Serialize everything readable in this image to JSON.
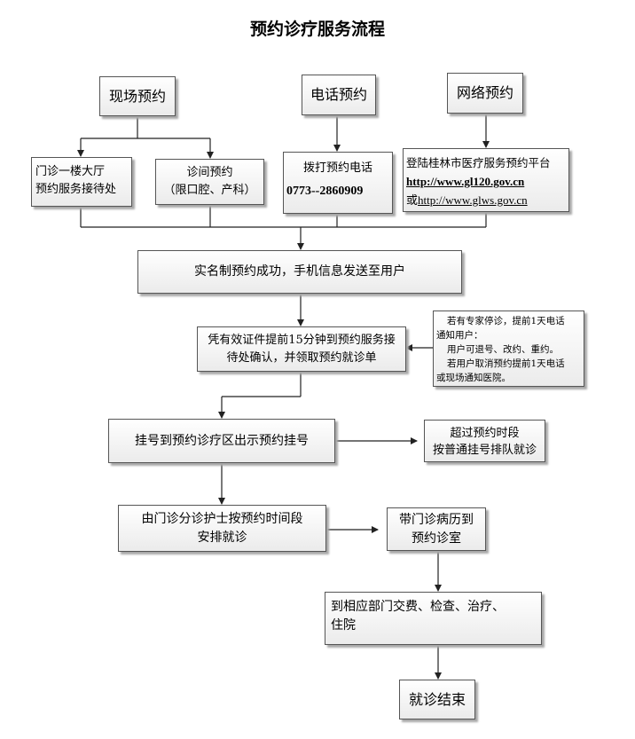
{
  "title": "预约诊疗服务流程",
  "boxes": {
    "onsite": "现场预约",
    "phone": "电话预约",
    "online": "网络预约",
    "hall_1": "门诊一楼大厅",
    "hall_2": "预约服务接待处",
    "clinic_1": "诊间预约",
    "clinic_2": "（限口腔、产科）",
    "dial_1": "拨打预约电话",
    "dial_2": "0773--2860909",
    "web_1": "登陆桂林市医疗服务预约平台",
    "web_2": "http://www.gl120.gov.cn",
    "web_3_prefix": "或",
    "web_3": "http://www.glws.gov.cn",
    "success": "实名制预约成功，手机信息发送至用户",
    "notice_1": "若有专家停诊，提前1天电话",
    "notice_2": "通知用户：",
    "notice_3": "用户可退号、改约、重约。",
    "notice_4": "若用户取消预约提前1天电话",
    "notice_5": "或现场通知医院。",
    "confirm_1": "凭有效证件提前15分钟到预约服务接",
    "confirm_2": "待处确认，并领取预约就诊单",
    "register": "挂号到预约诊疗区出示预约挂号",
    "overtime_1": "超过预约时段",
    "overtime_2": "按普通挂号排队就诊",
    "nurse_1": "由门诊分诊护士按预约时间段",
    "nurse_2": "安排就诊",
    "records_1": "带门诊病历到",
    "records_2": "预约诊室",
    "dept_1": "到相应部门交费、检查、治疗、",
    "dept_2": "住院",
    "end": "就诊结束"
  }
}
